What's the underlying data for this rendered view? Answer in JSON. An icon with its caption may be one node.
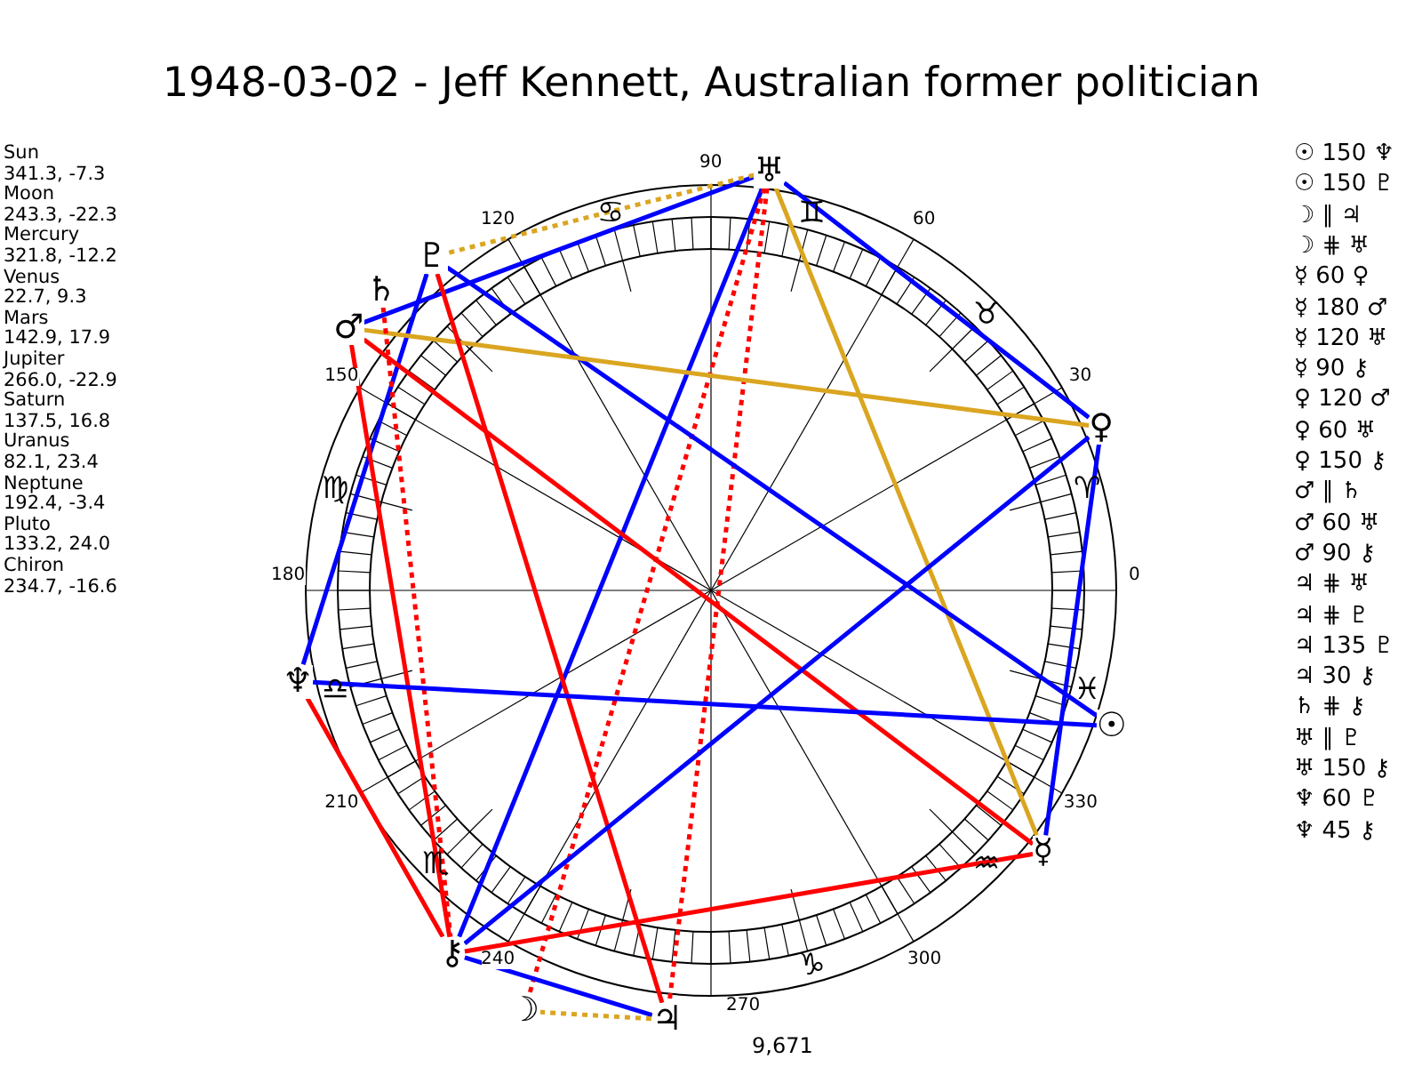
{
  "diagram": {
    "title": "1948-03-02 - Jeff Kennett, Australian former politician",
    "nodes": [
      {
        "text": [
          "☉"
        ]
      },
      {
        "text": [
          "☽"
        ]
      },
      {
        "text": [
          "☿"
        ]
      },
      {
        "text": [
          "♀"
        ]
      },
      {
        "text": [
          "♂"
        ]
      },
      {
        "text": [
          "♃"
        ]
      },
      {
        "text": [
          "♄"
        ]
      },
      {
        "text": [
          "♅"
        ]
      },
      {
        "text": [
          "♆"
        ]
      },
      {
        "text": [
          "♇"
        ]
      },
      {
        "text": [
          "⚷"
        ]
      }
    ],
    "edges": [
      {
        "from": 7,
        "to": 4,
        "arrow": "none"
      },
      {
        "from": 7,
        "to": 3,
        "arrow": "none"
      },
      {
        "from": 7,
        "to": 10,
        "arrow": "none"
      },
      {
        "from": 7,
        "to": 5,
        "arrow": "none",
        "style": "dashed",
        "color": "#ff0000"
      },
      {
        "from": 7,
        "to": 1,
        "arrow": "none",
        "style": "dashed",
        "color": "#ff0000"
      },
      {
        "from": 7,
        "to": 2,
        "arrow": "none",
        "color": "#daa520"
      },
      {
        "from": 7,
        "to": 9,
        "arrow": "none",
        "style": "dashed",
        "color": "#daa520"
      },
      {
        "from": 9,
        "to": 0,
        "arrow": "none"
      },
      {
        "from": 9,
        "to": 8,
        "arrow": "none"
      },
      {
        "from": 4,
        "to": 3,
        "arrow": "none",
        "color": "#daa520"
      },
      {
        "from": 4,
        "to": 2,
        "arrow": "none",
        "color": "#ff0000"
      },
      {
        "from": 4,
        "to": 10,
        "arrow": "none",
        "color": "#ff0000"
      },
      {
        "from": 9,
        "to": 5,
        "arrow": "none",
        "color": "#ff0000"
      },
      {
        "from": 6,
        "to": 10,
        "arrow": "none",
        "style": "dashed",
        "color": "#ff0000"
      },
      {
        "from": 8,
        "to": 0,
        "arrow": "none"
      },
      {
        "from": 8,
        "to": 10,
        "arrow": "none",
        "color": "#ff0000"
      },
      {
        "from": 10,
        "to": 3,
        "arrow": "none"
      },
      {
        "from": 10,
        "to": 2,
        "arrow": "none",
        "color": "#ff0000"
      },
      {
        "from": 10,
        "to": 5,
        "arrow": "none"
      },
      {
        "from": 1,
        "to": 5,
        "arrow": "none",
        "style": "dashed",
        "color": "#daa520"
      },
      {
        "from": 3,
        "to": 2,
        "arrow": "none"
      }
    ],
    "labels": [
      "Sun",
      "341.3, -7.3",
      "Moon",
      "243.3, -22.3",
      "Mercury",
      "321.8, -12.2",
      "Venus",
      "22.7, 9.3",
      "Mars",
      "142.9, 17.9",
      "Jupiter",
      "266.0, -22.9",
      "Saturn",
      "137.5, 16.8",
      "Uranus",
      "82.1, 23.4",
      "Neptune",
      "192.4, -3.4",
      "Pluto",
      "133.2, 24.0",
      "Chiron",
      "234.7, -16.6",
      "90",
      "60",
      "30",
      "0",
      "120",
      "150",
      "180",
      "210",
      "240",
      "270",
      "300",
      "330",
      "♈",
      "♉",
      "♊",
      "♋",
      "♍",
      "♎",
      "♏",
      "♑",
      "♒",
      "♓",
      "9,671",
      "☉ 150 ♆",
      "☉ 150 ♇",
      "☽ ∥ ♃",
      "☽ ⋕ ♅",
      "☿ 60 ♀",
      "☿ 180 ♂",
      "☿ 120 ♅",
      "☿ 90 ⚷",
      "♀ 120 ♂",
      "♀ 60 ♅",
      "♀ 150 ⚷",
      "♂ ∥ ♄",
      "♂ 60 ♅",
      "♂ 90 ⚷",
      "♃ ⋕ ♅",
      "♃ ⋕ ♇",
      "♃ 135 ♇",
      "♃ 30 ⚷",
      "♄ ⋕ ⚷",
      "♅ ∥ ♇",
      "♅ 150 ⚷",
      "♆ 60 ♇",
      "♆ 45 ⚷"
    ]
  }
}
